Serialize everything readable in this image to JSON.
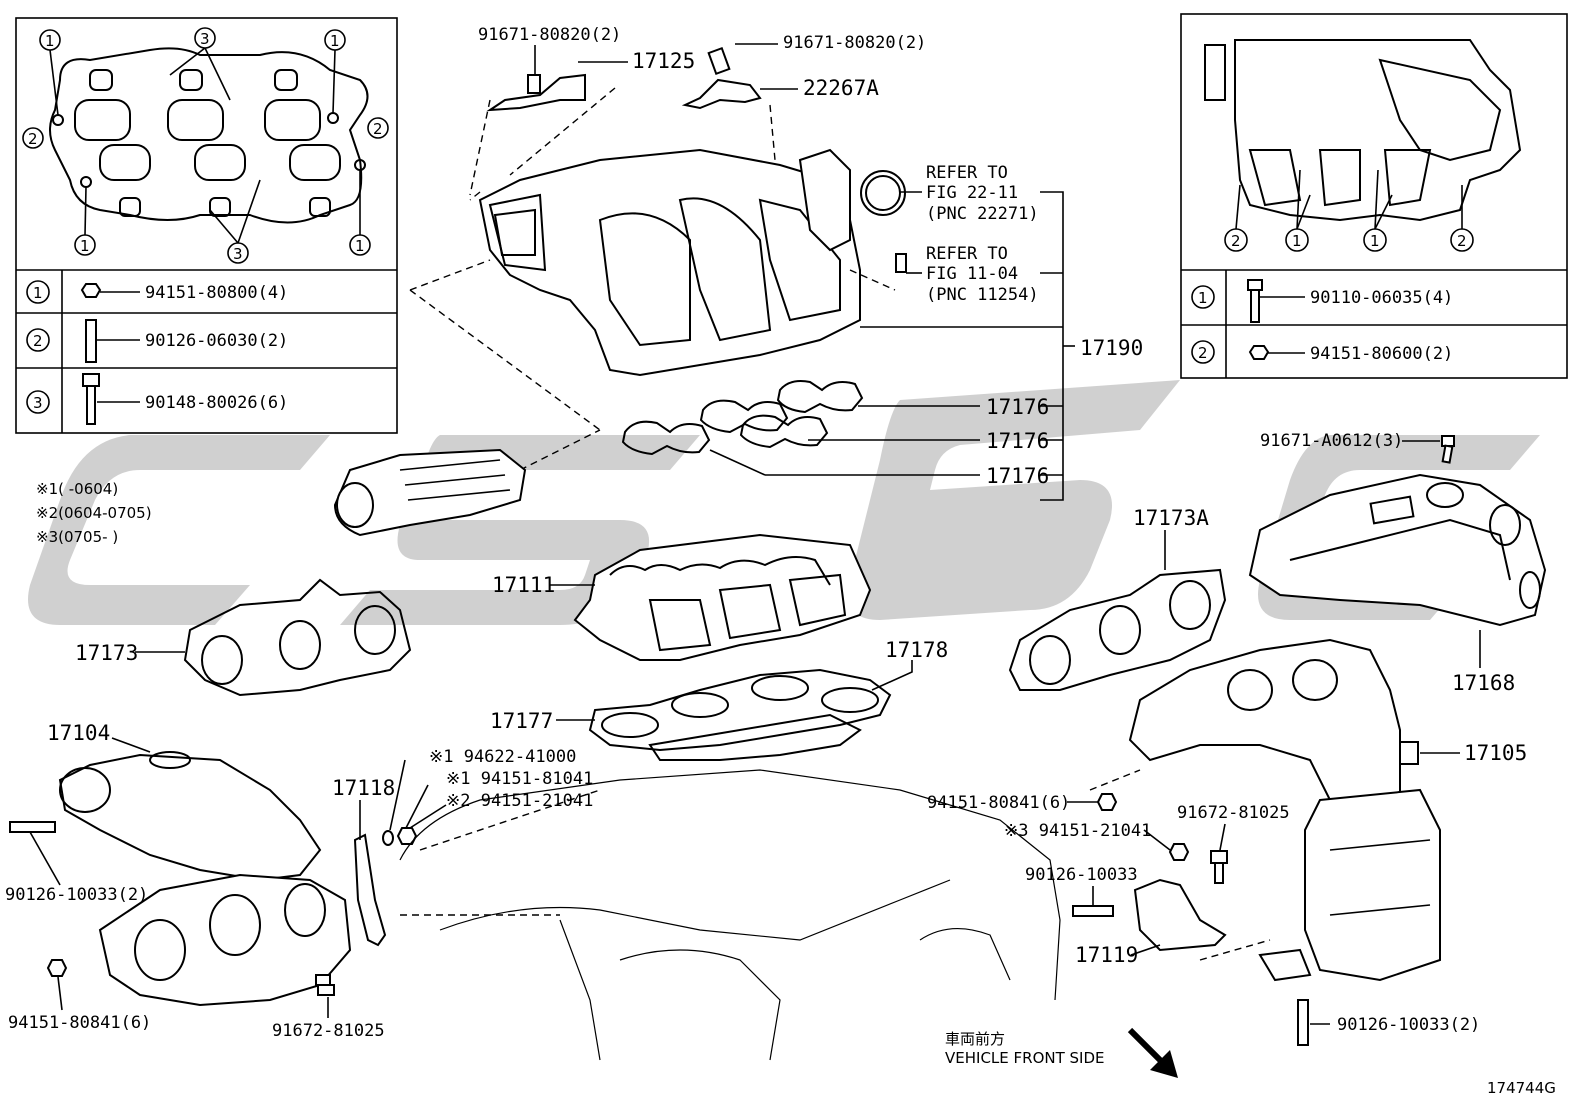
{
  "legend_left": {
    "rows": [
      {
        "num": "1",
        "part": "94151-80800(4)"
      },
      {
        "num": "2",
        "part": "90126-06030(2)"
      },
      {
        "num": "3",
        "part": "90148-80026(6)"
      }
    ]
  },
  "legend_right": {
    "rows": [
      {
        "num": "1",
        "part": "90110-06035(4)"
      },
      {
        "num": "2",
        "part": "94151-80600(2)"
      }
    ]
  },
  "footnotes": [
    "※1(   -0604)",
    "※2(0604-0705)",
    "※3(0705-   )"
  ],
  "labels": {
    "p91671a": "91671-80820(2)",
    "p91671b": "91671-80820(2)",
    "p17125": "17125",
    "p22267a": "22267A",
    "refer1a": "REFER TO",
    "refer1b": "FIG 22-11",
    "refer1c": "(PNC 22271)",
    "refer2a": "REFER TO",
    "refer2b": "FIG 11-04",
    "refer2c": "(PNC 11254)",
    "p17190": "17190",
    "p17176a": "17176",
    "p17176b": "17176",
    "p17176c": "17176",
    "p91671a0612": "91671-A0612(3)",
    "p17173a": "17173A",
    "p17168": "17168",
    "p17111": "17111",
    "p17173": "17173",
    "p17178": "17178",
    "p17177": "17177",
    "p17105": "17105",
    "p17104": "17104",
    "p94622": "※1 94622-41000",
    "p94151_81041": "※1 94151-81041",
    "p94151_21041": "※2 94151-21041",
    "p17118": "17118",
    "p94151_80841r": "94151-80841(6)",
    "p94151_21041r": "※3 94151-21041",
    "p91672r": "91672-81025",
    "p90126_10033c": "90126-10033",
    "p17119": "17119",
    "p90126_10033l": "90126-10033(2)",
    "p94151_80841l": "94151-80841(6)",
    "p91672l": "91672-81025",
    "p90126_10033r": "90126-10033(2)",
    "front_jp": "車両前方",
    "front_en": "VEHICLE FRONT SIDE",
    "figcode": "174744G"
  }
}
